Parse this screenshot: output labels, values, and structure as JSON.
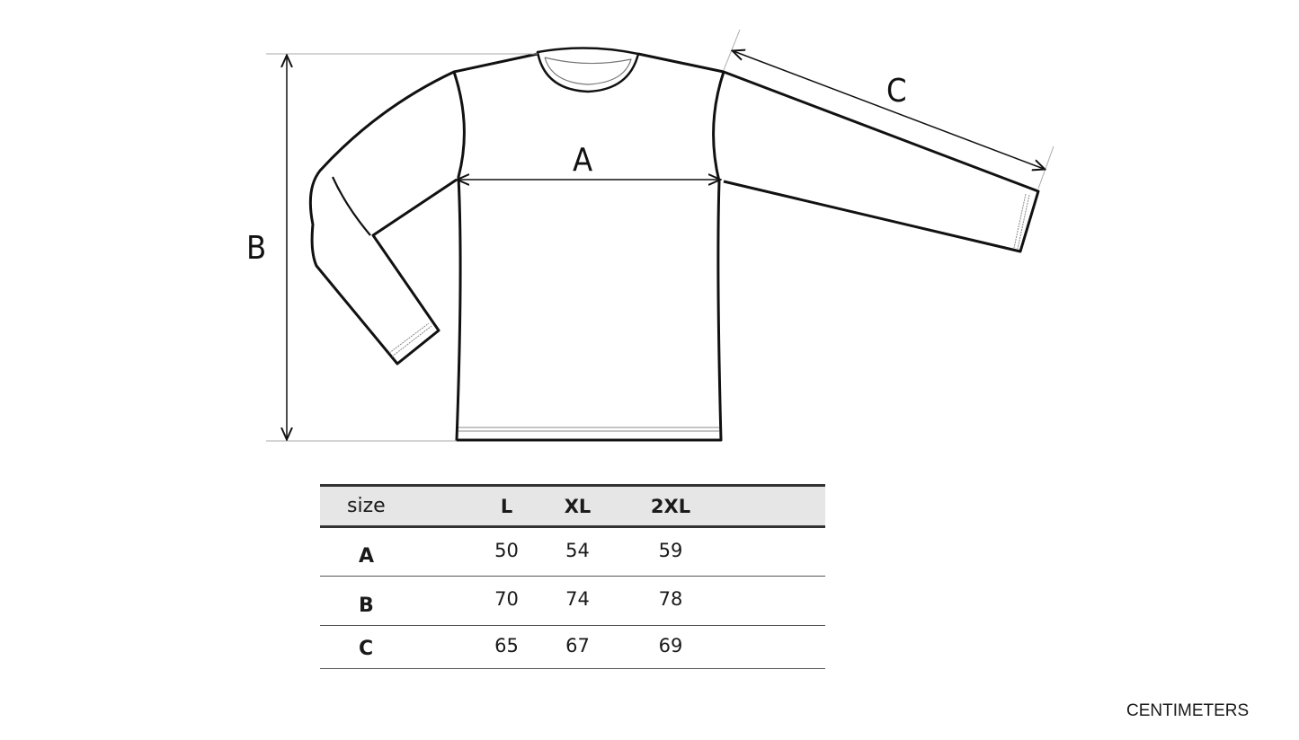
{
  "diagram": {
    "labels": {
      "a": "A",
      "b": "B",
      "c": "C"
    }
  },
  "table": {
    "header": {
      "size": "size",
      "columns": [
        "L",
        "XL",
        "2XL"
      ]
    },
    "rows": [
      {
        "label": "A",
        "values": [
          "50",
          "54",
          "59"
        ]
      },
      {
        "label": "B",
        "values": [
          "70",
          "74",
          "78"
        ]
      },
      {
        "label": "C",
        "values": [
          "65",
          "67",
          "69"
        ]
      }
    ]
  },
  "unit": "CENTIMETERS"
}
